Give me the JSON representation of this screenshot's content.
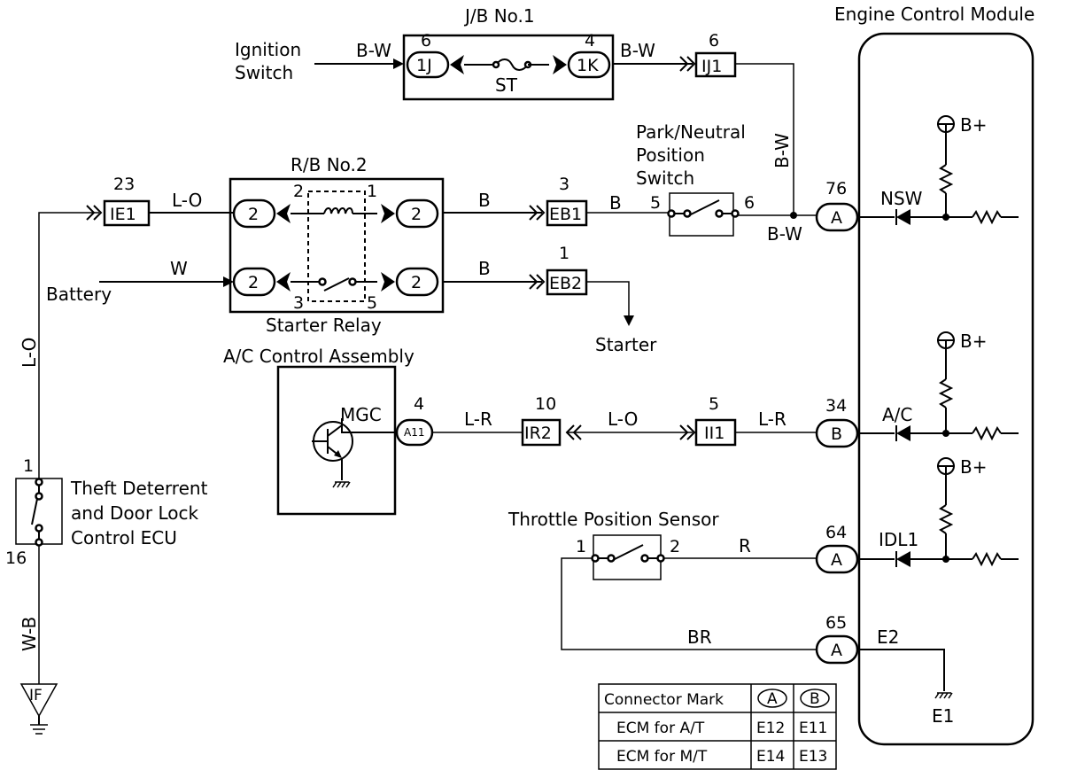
{
  "title": "Engine Control Module",
  "components": {
    "ignition_switch": [
      "Ignition",
      "Switch"
    ],
    "jb1": {
      "title": "J/B No.1",
      "pin_left_num": "6",
      "pin_left": "1J",
      "pin_right_num": "4",
      "pin_right": "1K",
      "fuse": "ST"
    },
    "ij1": {
      "num": "6",
      "label": "IJ1"
    },
    "rb2": {
      "title": "R/B No.2",
      "pin": "2",
      "coil_left": "2",
      "coil_right": "1",
      "sw_left": "3",
      "sw_right": "5",
      "relay_label": "Starter Relay"
    },
    "ie1": {
      "num": "23",
      "label": "IE1"
    },
    "eb1": {
      "num": "3",
      "label": "EB1"
    },
    "eb2": {
      "num": "1",
      "label": "EB2"
    },
    "starter": "Starter",
    "battery": "Battery",
    "park_neutral": {
      "lines": [
        "Park/Neutral",
        "Position",
        "Switch"
      ],
      "pin_left": "5",
      "pin_right": "6"
    },
    "ac_control": {
      "title": "A/C Control Assembly",
      "mgc": "MGC",
      "connector_num": "4",
      "connector": "A11"
    },
    "ir2": {
      "num": "10",
      "label": "IR2"
    },
    "ii1": {
      "num": "5",
      "label": "II1"
    },
    "theft_ecu": {
      "lines": [
        "Theft Deterrent",
        "and Door Lock",
        "Control ECU"
      ],
      "pin_top": "1",
      "pin_bottom": "16"
    },
    "ground_if": "IF",
    "tps": {
      "title": "Throttle Position Sensor",
      "pin_left": "1",
      "pin_right": "2"
    }
  },
  "wires": {
    "bw1": "B-W",
    "bw2": "B-W",
    "bw3": "B-W",
    "bw4": "B-W",
    "lo1": "L-O",
    "lo2": "L-O",
    "lo3": "L-O",
    "b1": "B",
    "b2": "B",
    "b3": "B",
    "w": "W",
    "wb": "W-B",
    "lr1": "L-R",
    "lr2": "L-R",
    "r": "R",
    "br": "BR"
  },
  "ecm": {
    "nsw": {
      "pin": "76",
      "conn": "A",
      "label": "NSW",
      "bplus": "B+"
    },
    "ac": {
      "pin": "34",
      "conn": "B",
      "label": "A/C",
      "bplus": "B+"
    },
    "idl1": {
      "pin": "64",
      "conn": "A",
      "label": "IDL1",
      "bplus": "B+"
    },
    "e2": {
      "pin": "65",
      "conn": "A",
      "label": "E2",
      "ground": "E1"
    }
  },
  "connector_table": {
    "header": [
      "Connector Mark",
      "A",
      "B"
    ],
    "rows": [
      [
        "ECM for A/T",
        "E12",
        "E11"
      ],
      [
        "ECM for M/T",
        "E14",
        "E13"
      ]
    ]
  }
}
